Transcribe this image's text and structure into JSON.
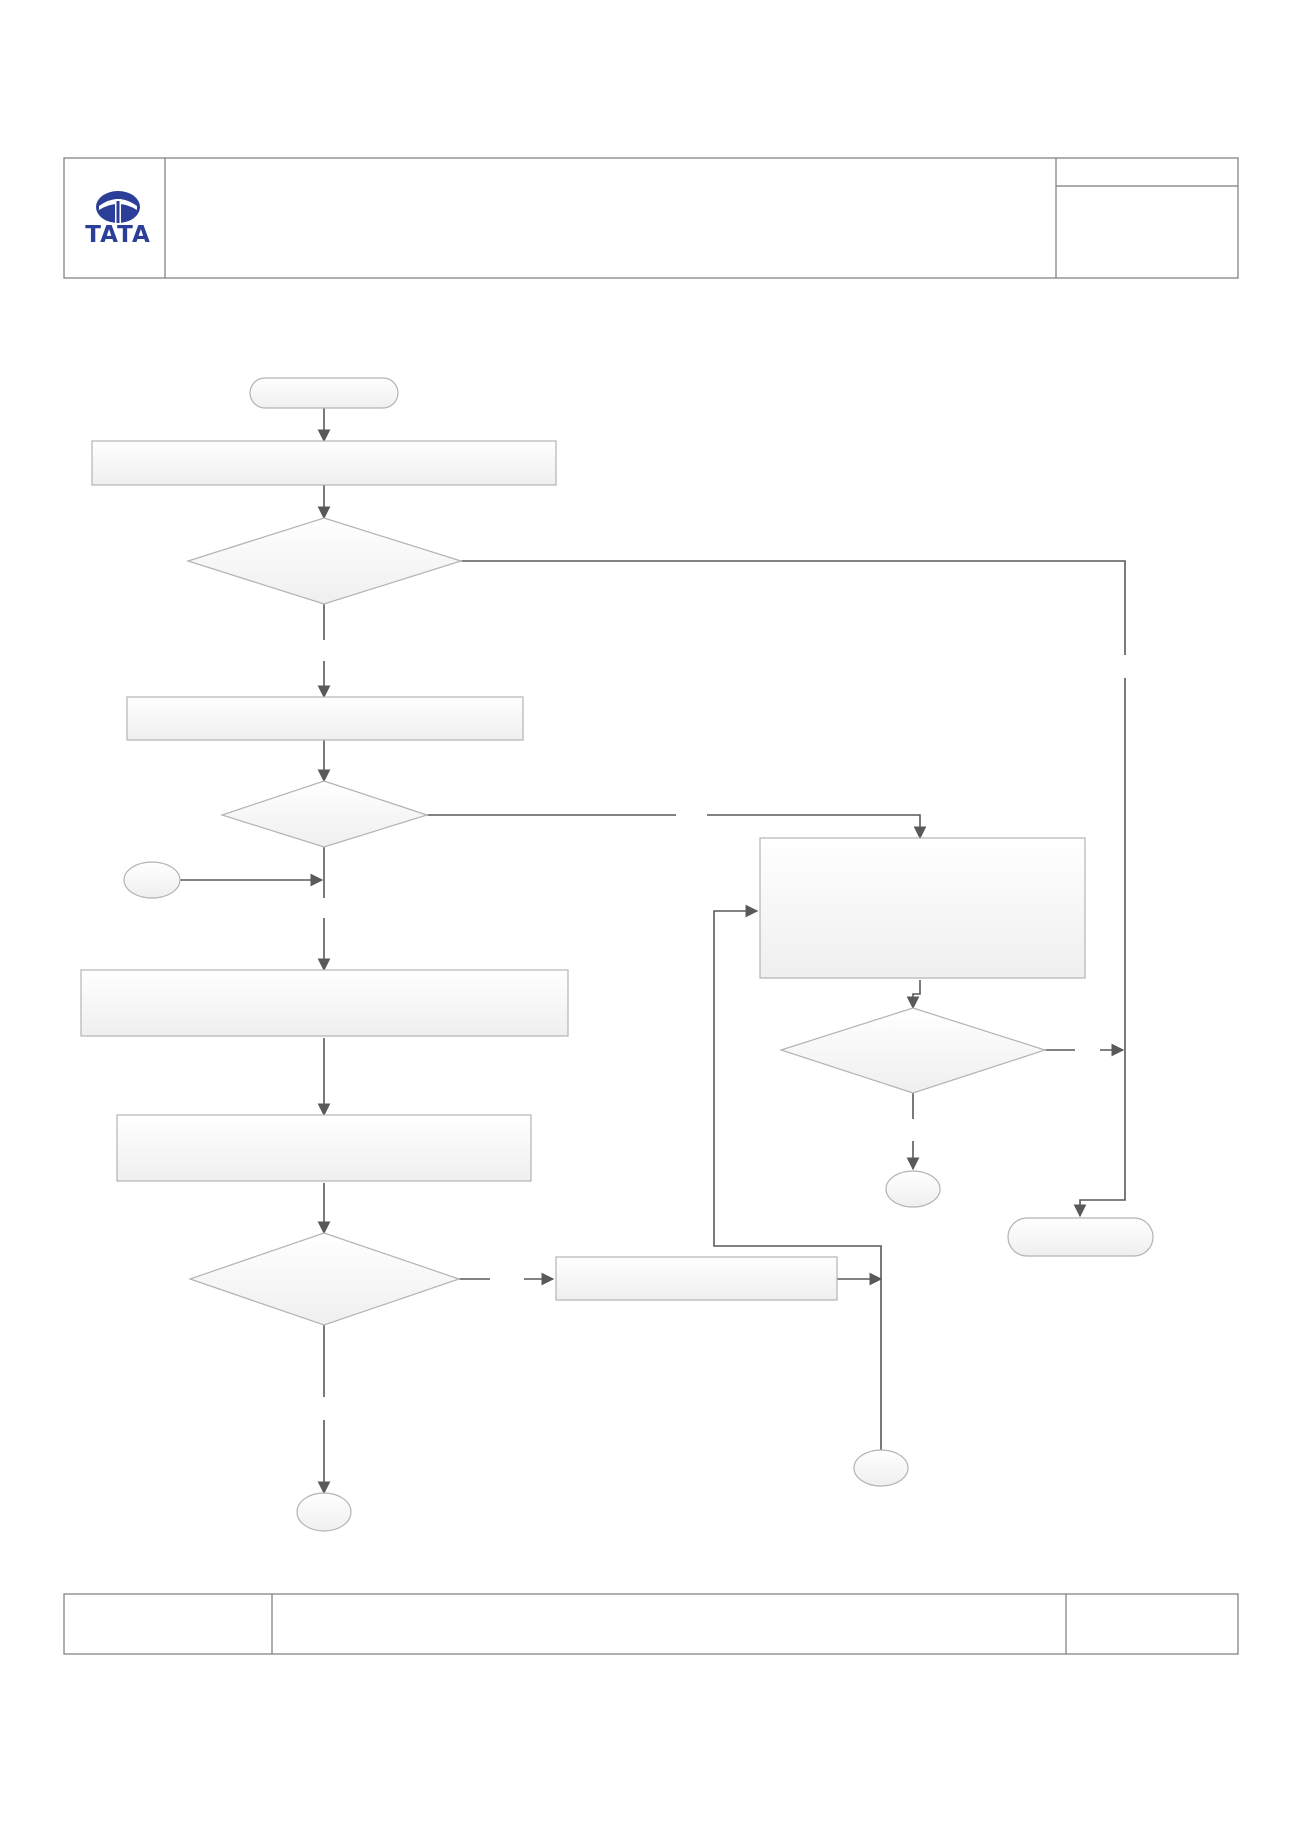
{
  "colors": {
    "brand": "#2b3e98",
    "line": "#595959",
    "border": "#7a7a7a",
    "shape_fill_top": "#ffffff",
    "shape_fill_bottom": "#efefef",
    "shape_stroke": "#b3b3b3"
  },
  "header": {
    "logo": {
      "icon": "tata-logo-icon",
      "wordmark": "TATA"
    },
    "title": "",
    "doc_number": "",
    "revision": ""
  },
  "footer": {
    "left": "",
    "center": "",
    "right": ""
  },
  "flowchart": {
    "nodes": [
      {
        "id": "start",
        "kind": "terminator",
        "label": ""
      },
      {
        "id": "p1",
        "kind": "process",
        "label": ""
      },
      {
        "id": "d1",
        "kind": "decision",
        "label": ""
      },
      {
        "id": "p2",
        "kind": "process",
        "label": ""
      },
      {
        "id": "d2",
        "kind": "decision",
        "label": ""
      },
      {
        "id": "c1",
        "kind": "connector",
        "label": ""
      },
      {
        "id": "p3",
        "kind": "process",
        "label": ""
      },
      {
        "id": "p4",
        "kind": "process",
        "label": ""
      },
      {
        "id": "d3",
        "kind": "decision",
        "label": ""
      },
      {
        "id": "p5",
        "kind": "process",
        "label": ""
      },
      {
        "id": "c2",
        "kind": "connector",
        "label": ""
      },
      {
        "id": "c3",
        "kind": "connector",
        "label": ""
      },
      {
        "id": "p6",
        "kind": "process",
        "label": ""
      },
      {
        "id": "d4",
        "kind": "decision",
        "label": ""
      },
      {
        "id": "c4",
        "kind": "connector",
        "label": ""
      },
      {
        "id": "end",
        "kind": "terminator",
        "label": ""
      }
    ],
    "edges": [
      {
        "from": "start",
        "to": "p1",
        "label": ""
      },
      {
        "from": "p1",
        "to": "d1",
        "label": ""
      },
      {
        "from": "d1",
        "to": "p2",
        "label": ""
      },
      {
        "from": "d1",
        "to": "end",
        "label": ""
      },
      {
        "from": "p2",
        "to": "d2",
        "label": ""
      },
      {
        "from": "d2",
        "to": "p3",
        "label": ""
      },
      {
        "from": "d2",
        "to": "p6",
        "label": ""
      },
      {
        "from": "c1",
        "to": "p3",
        "label": ""
      },
      {
        "from": "p3",
        "to": "p4",
        "label": ""
      },
      {
        "from": "p4",
        "to": "d3",
        "label": ""
      },
      {
        "from": "d3",
        "to": "c2",
        "label": ""
      },
      {
        "from": "d3",
        "to": "p5",
        "label": ""
      },
      {
        "from": "p5",
        "to": "p6",
        "label": ""
      },
      {
        "from": "c3",
        "to": "p6",
        "label": ""
      },
      {
        "from": "p6",
        "to": "d4",
        "label": ""
      },
      {
        "from": "d4",
        "to": "c4",
        "label": ""
      },
      {
        "from": "d4",
        "to": "end",
        "label": ""
      }
    ]
  }
}
